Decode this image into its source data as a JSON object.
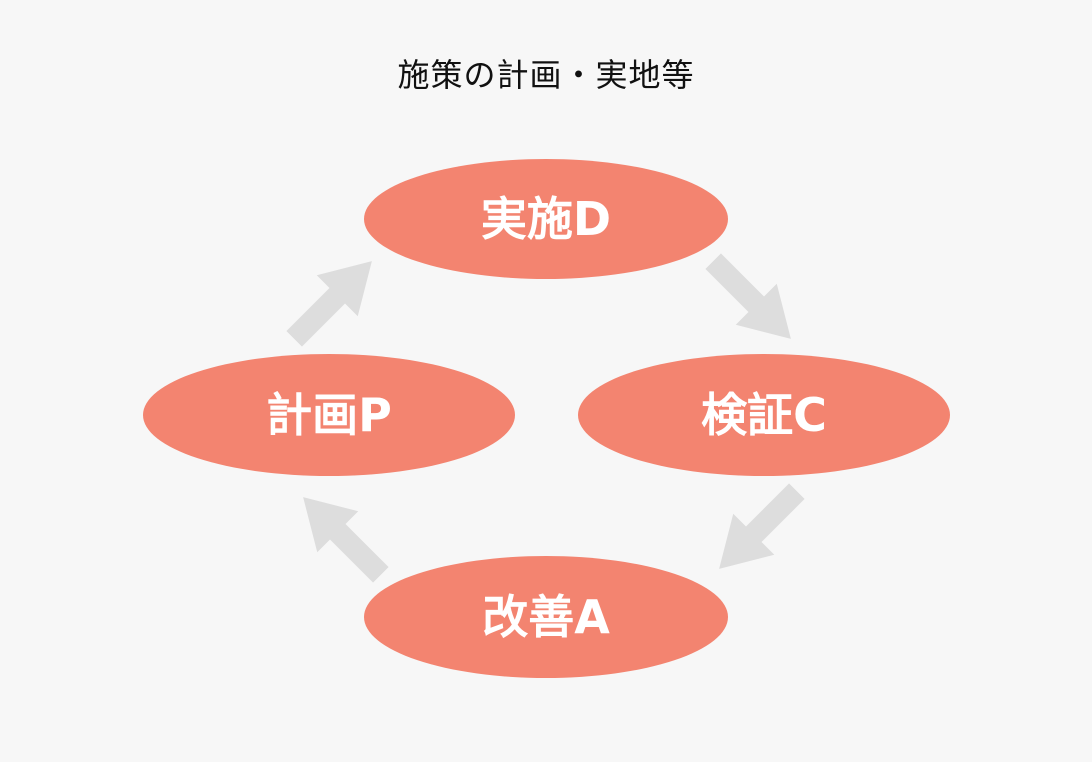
{
  "title": "施策の計画・実地等",
  "colors": {
    "background": "#f7f7f7",
    "node_fill": "#f38470",
    "node_text": "#ffffff",
    "arrow": "#dddddd",
    "title_text": "#111111"
  },
  "nodes": {
    "do": "実施D",
    "check": "検証C",
    "act": "改善A",
    "plan": "計画P"
  },
  "cycle_order": [
    "plan",
    "do",
    "check",
    "act"
  ]
}
